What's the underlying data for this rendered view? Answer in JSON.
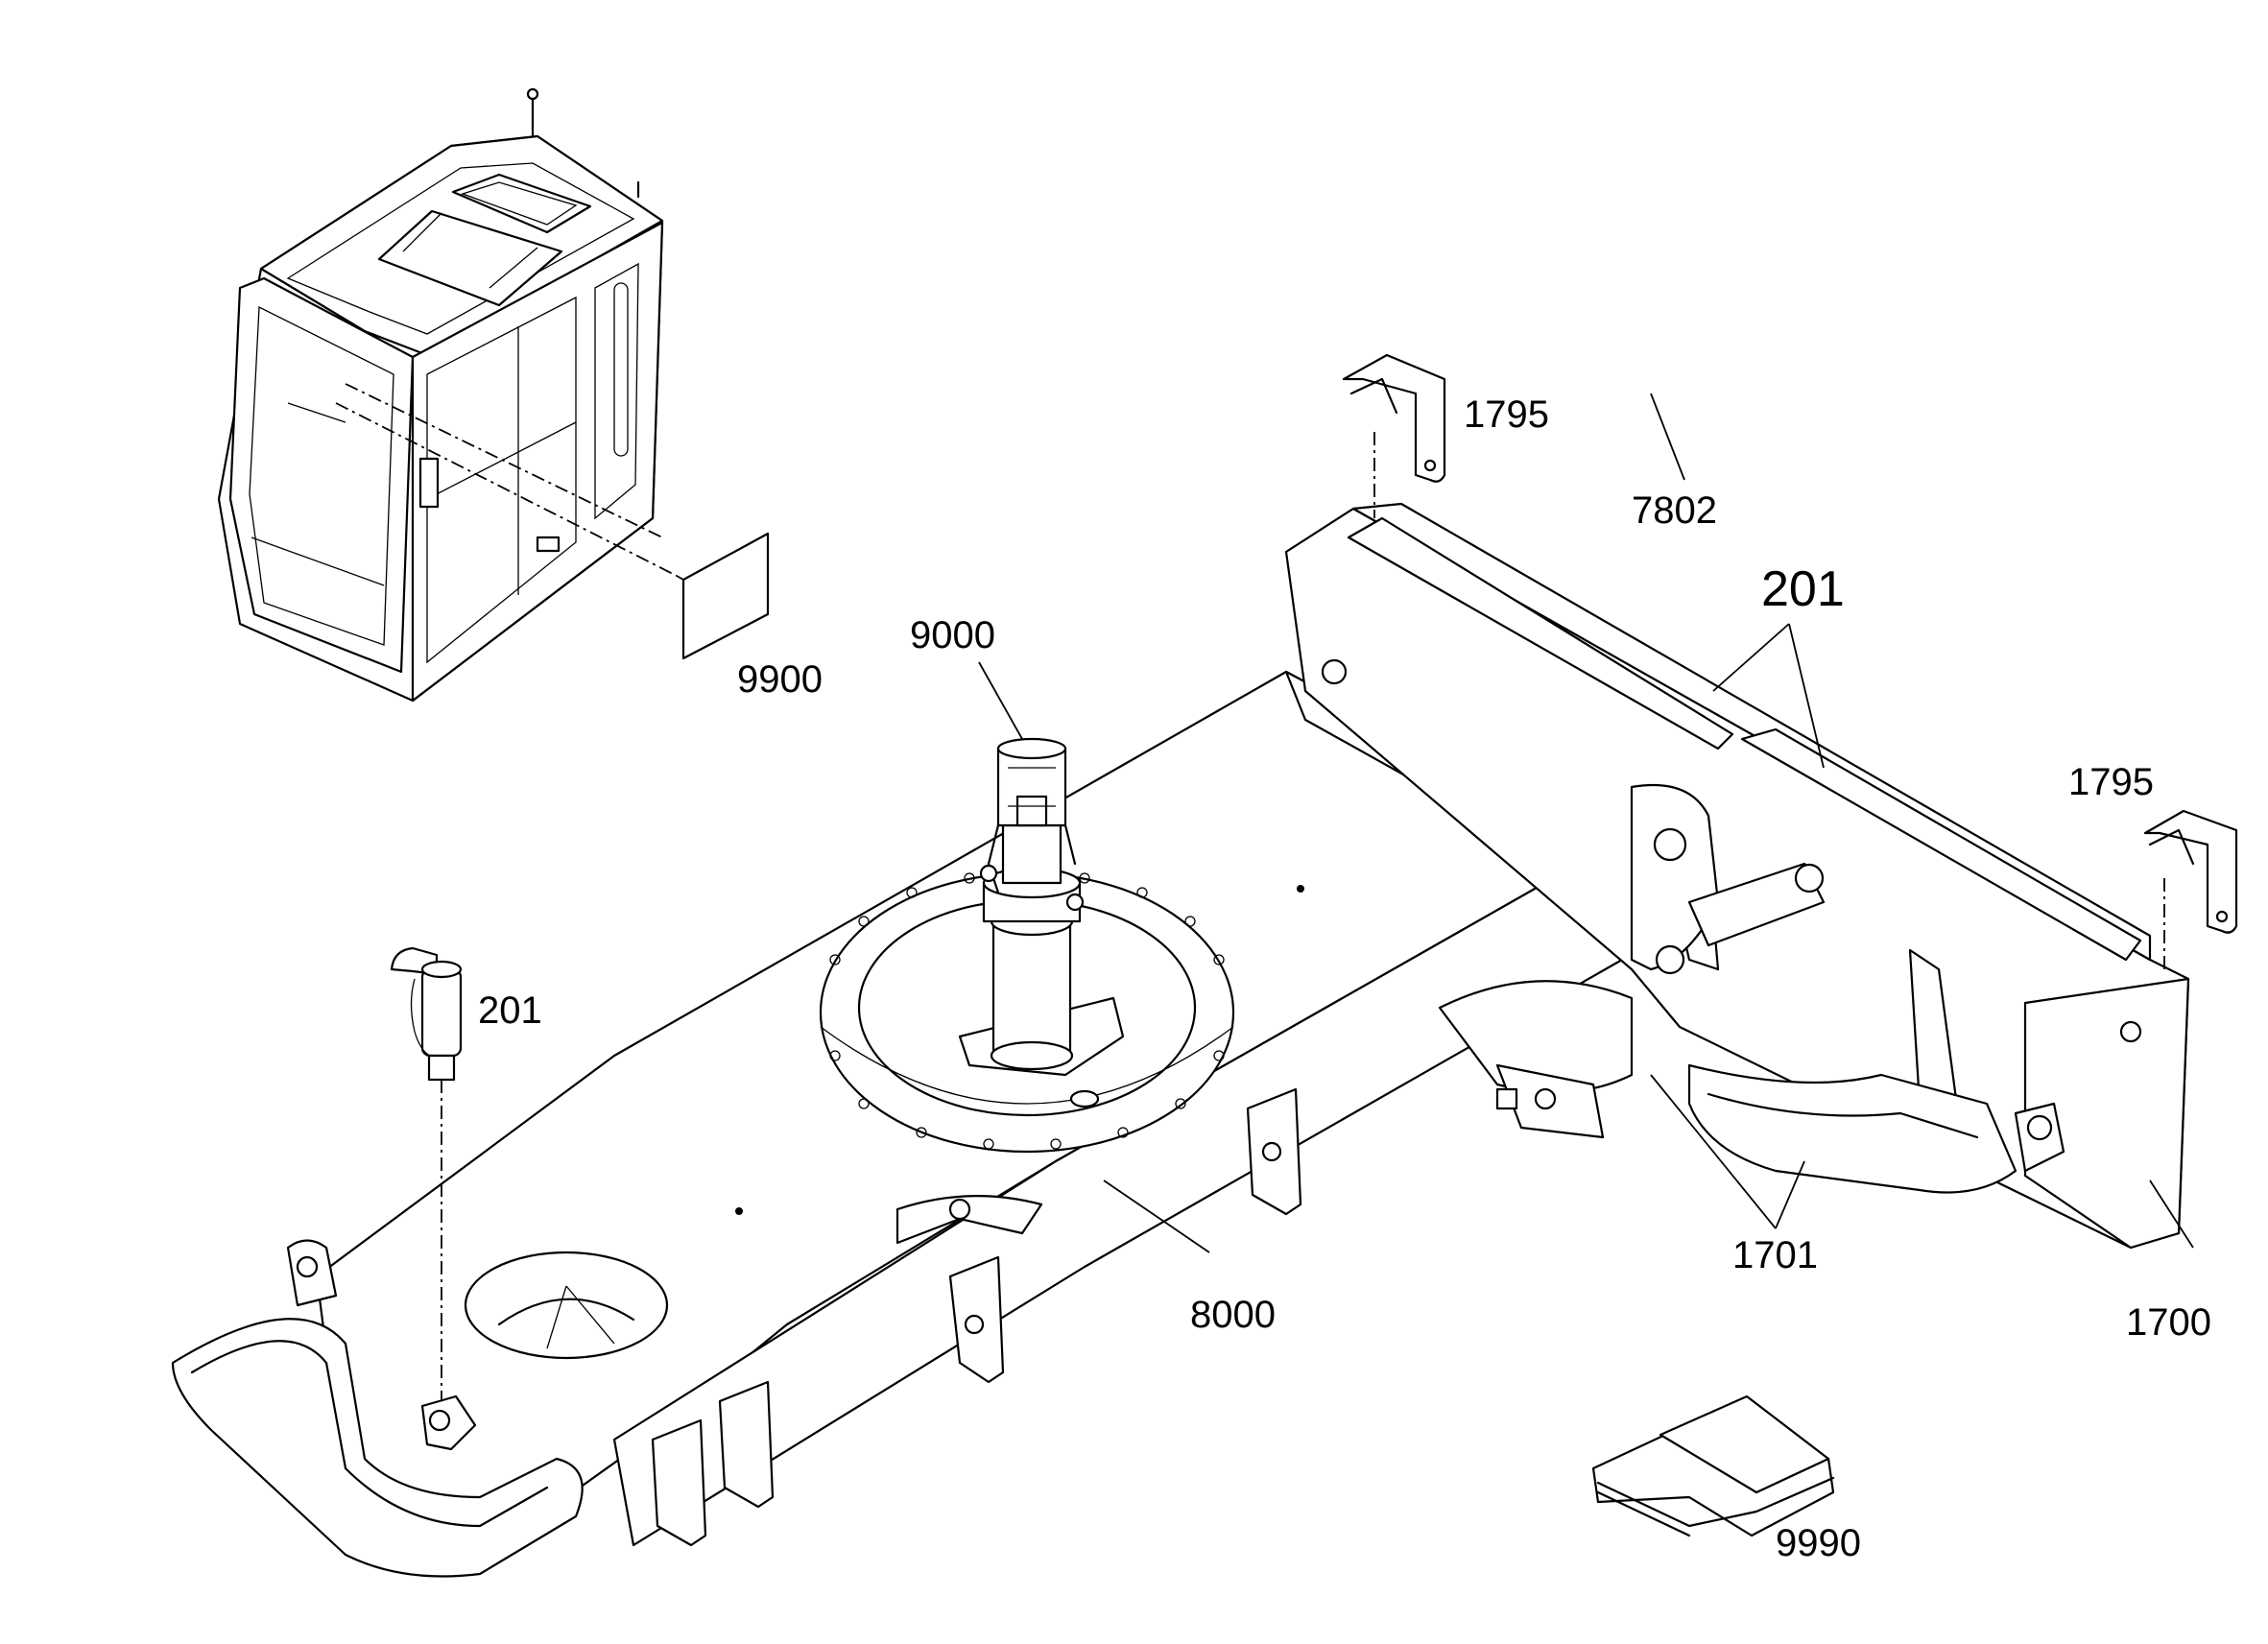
{
  "labels": {
    "cab_decal": "9900",
    "swivel_joint": "9000",
    "bracket_top": "1795",
    "bracket_right": "1795",
    "pin_frame": "7802",
    "pin_blade_group": "201",
    "pin_loose": "201",
    "cylinder_arm": "1701",
    "dozer_blade": "1700",
    "undercarriage_frame": "8000",
    "manual": "9990"
  },
  "colors": {
    "line": "#000000",
    "background": "#ffffff"
  }
}
